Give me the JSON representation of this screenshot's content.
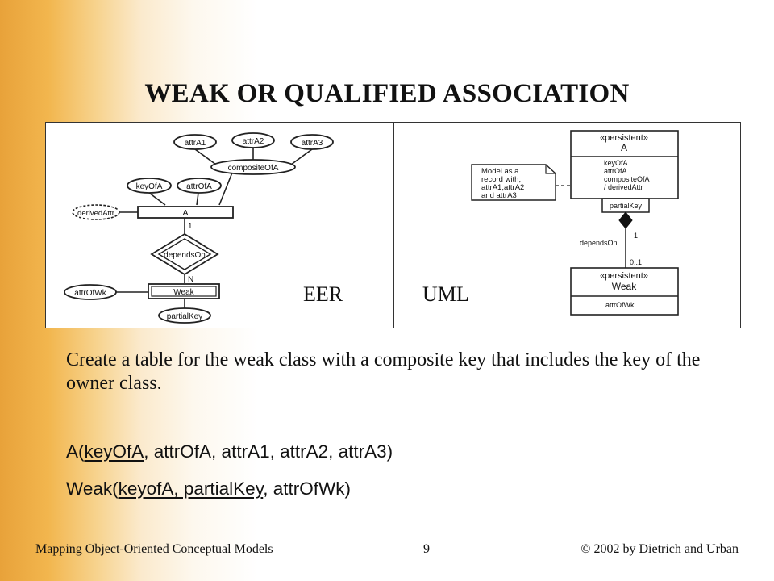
{
  "slide": {
    "title": "WEAK OR QUALIFIED ASSOCIATION",
    "body": "Create a table for the weak class with a composite key that includes the key of the owner class."
  },
  "eer": {
    "label": "EER",
    "attrA1": "attrA1",
    "attrA2": "attrA2",
    "attrA3": "attrA3",
    "compositeOfA": "compositeOfA",
    "keyOfA": "keyOfA",
    "attrOfA": "attrOfA",
    "derivedAttr": "derivedAttr",
    "entityA": "A",
    "cardinality_one": "1",
    "relationship": "dependsOn",
    "cardinality_n": "N",
    "weakEntity": "Weak",
    "attrOfWk": "attrOfWk",
    "partialKey": "partialKey"
  },
  "uml": {
    "label": "UML",
    "note_lines": [
      "Model as a",
      "record with,",
      "attrA1,attrA2",
      "and attrA3"
    ],
    "classA_stereotype": "«persistent»",
    "classA_name": "A",
    "classA_attributes": [
      "keyOfA",
      "attrOfA",
      "compositeOfA",
      "/ derivedAttr"
    ],
    "qualifier": "partialKey",
    "association": "dependsOn",
    "mult_owner": "1",
    "mult_weak": "0..1",
    "classWeak_stereotype": "«persistent»",
    "classWeak_name": "Weak",
    "classWeak_attribute": "attrOfWk"
  },
  "schema": {
    "line1": {
      "prefix": "A(",
      "key": "keyOfA",
      "rest": ", attrOfA, attrA1, attrA2, attrA3)"
    },
    "line2": {
      "prefix": "Weak(",
      "key": "keyofA, partialKey",
      "rest": ", attrOfWk)"
    }
  },
  "footer": {
    "left": "Mapping Object-Oriented Conceptual Models",
    "page": "9",
    "right": "© 2002 by Dietrich and Urban"
  }
}
